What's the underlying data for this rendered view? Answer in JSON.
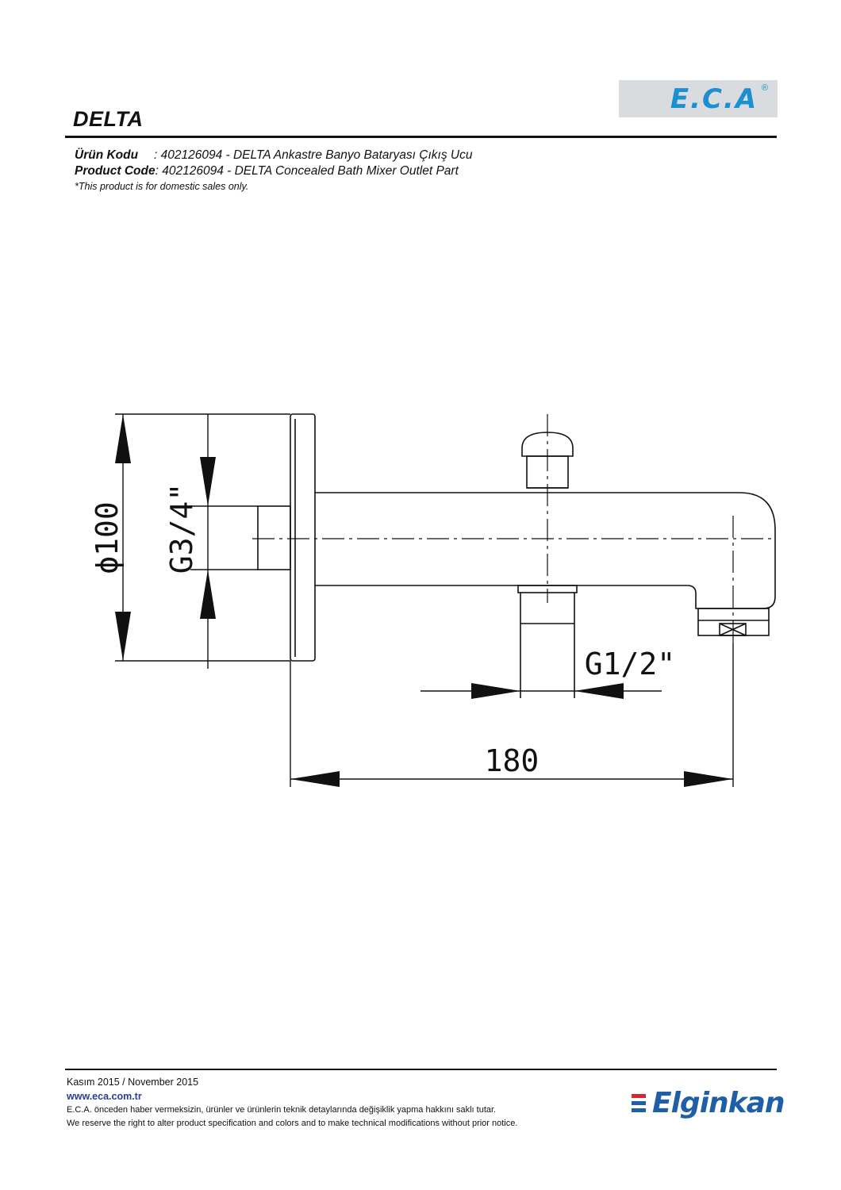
{
  "header": {
    "logo_text": "E.C.A",
    "logo_reg": "®",
    "title": "DELTA"
  },
  "info": {
    "urun_kodu_label": "Ürün Kodu",
    "urun_kodu_value": ": 402126094 - DELTA Ankastre Banyo Bataryası Çıkış Ucu",
    "product_code_label": "Product Code",
    "product_code_value": ": 402126094 - DELTA Concealed Bath Mixer Outlet Part",
    "note": "*This product is for domestic sales only."
  },
  "drawing": {
    "dim_diameter": "ϕ100",
    "dim_g34": "G3/4\"",
    "dim_g12": "G1/2\"",
    "dim_length": "180"
  },
  "footer": {
    "date": "Kasım 2015 / November 2015",
    "website": "www.eca.com.tr",
    "disclaimer_tr": "E.C.A. önceden haber vermeksizin, ürünler ve ürünlerin teknik detaylarında değişiklik yapma hakkını saklı tutar.",
    "disclaimer_en": "We reserve the right to alter product specification and colors and to make technical modifications without prior notice.",
    "brand": "Elginkan",
    "brand_colors": [
      "#d9262e",
      "#1f5fa8",
      "#1f5fa8"
    ]
  }
}
